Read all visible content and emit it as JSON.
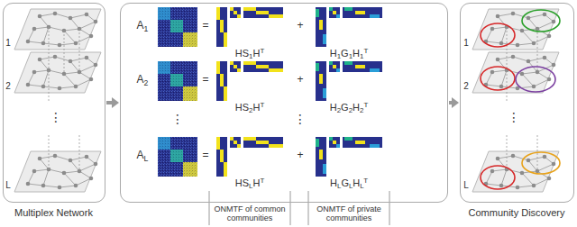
{
  "diagram": {
    "nodes": [
      {
        "text": [
          "Multiplex Network"
        ]
      },
      {
        "text": [
          "ONMTF of common communities",
          "ONMTF of private communities"
        ]
      },
      {
        "text": [
          "Community Discovery"
        ]
      }
    ],
    "edges": [
      {
        "from": 0,
        "to": 1,
        "arrow": "to"
      },
      {
        "from": 1,
        "to": 2,
        "arrow": "to"
      }
    ],
    "labels": [
      "1",
      "2",
      "⋮",
      "L",
      "A1",
      "=",
      "HS1HT",
      "+",
      "H1G1H1T",
      "A2",
      "=",
      "HS2HT",
      "+",
      "H2G2H2T",
      "⋮",
      "⋮",
      "AL",
      "=",
      "HSLHT",
      "+",
      "HLGLHLT",
      "1",
      "2",
      "⋮",
      "L"
    ]
  }
}
